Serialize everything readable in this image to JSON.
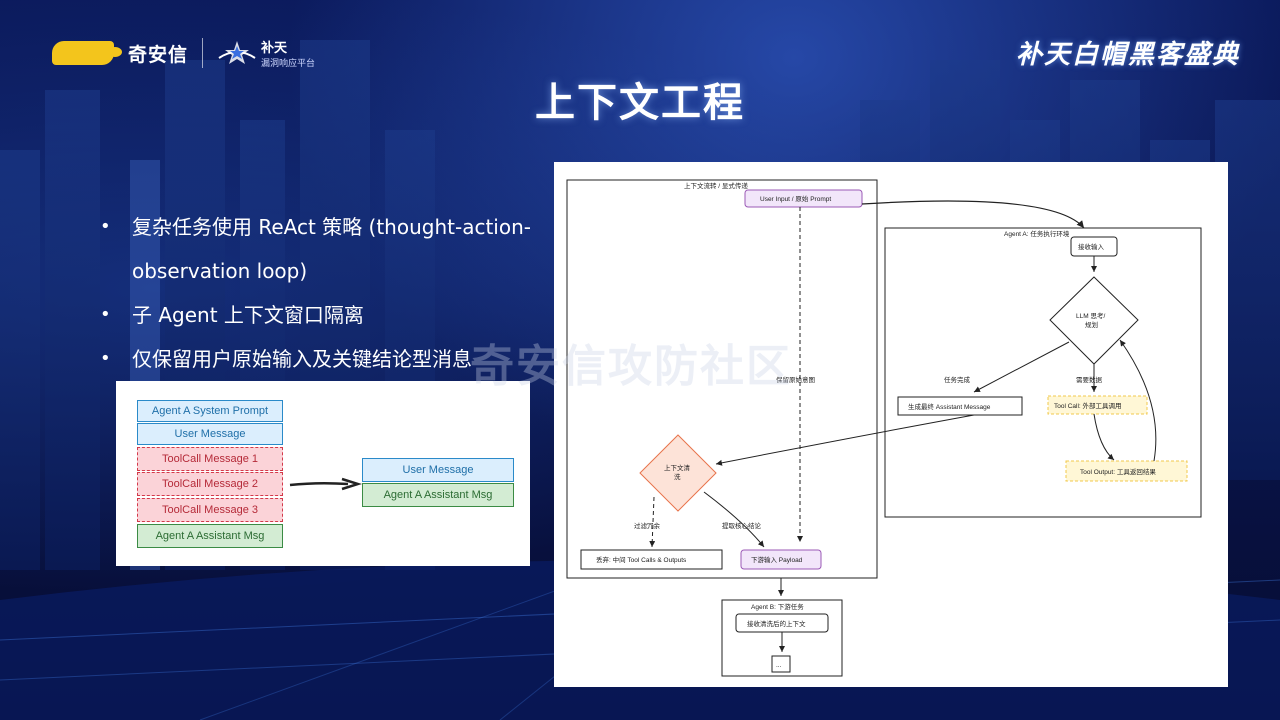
{
  "header": {
    "brand": "奇安信",
    "partner_name": "补天",
    "partner_sub": "漏洞响应平台",
    "event": "补天白帽黑客盛典"
  },
  "title": "上下文工程",
  "bullets": [
    "复杂任务使用 ReAct  策略 (thought-action-observation  loop)",
    "子 Agent 上下文窗口隔离",
    "仅保留用户原始输入及关键结论型消息"
  ],
  "watermark": "奇安信攻防社区",
  "left_diagram": {
    "before": [
      {
        "label": "Agent A System Prompt",
        "style": "blue"
      },
      {
        "label": "User Message",
        "style": "blue"
      },
      {
        "label": "ToolCall Message 1",
        "style": "red"
      },
      {
        "label": "ToolCall Message 2",
        "style": "red"
      },
      {
        "label": "ToolCall Message 3",
        "style": "red"
      },
      {
        "label": "Agent A Assistant Msg",
        "style": "green"
      }
    ],
    "after": [
      {
        "label": "User Message",
        "style": "blue"
      },
      {
        "label": "Agent A Assistant Msg",
        "style": "green"
      }
    ]
  },
  "flow_diagram": {
    "context_group": "上下文流转 / 显式传递",
    "user_input": "User Input / 原始 Prompt",
    "agent_a_group": "Agent A: 任务执行环境",
    "receive_input": "接收输入",
    "llm_think_1": "LLM 思考/",
    "llm_think_2": "规划",
    "task_done": "任务完成",
    "need_data": "需要数据",
    "final_msg": "生成最终 Assistant Message",
    "tool_call": "Tool Call: 外部工具调用",
    "tool_output": "Tool Output: 工具返回结果",
    "keep_intent": "保留原始意图",
    "clean_1": "上下文清",
    "clean_2": "洗",
    "filter_redundant": "过滤冗余",
    "extract_conclusion": "提取核心结论",
    "discard": "丢弃: 中间 Tool Calls & Outputs",
    "payload": "下游输入 Payload",
    "agent_b_group": "Agent B: 下游任务",
    "receive_clean": "接收清洗后的上下文",
    "ellipsis": "..."
  },
  "colors": {
    "purple": "#9b59b6",
    "orange": "#e8734a",
    "yellow": "#f2c94c",
    "accent_blue": "#2a8ac9"
  }
}
